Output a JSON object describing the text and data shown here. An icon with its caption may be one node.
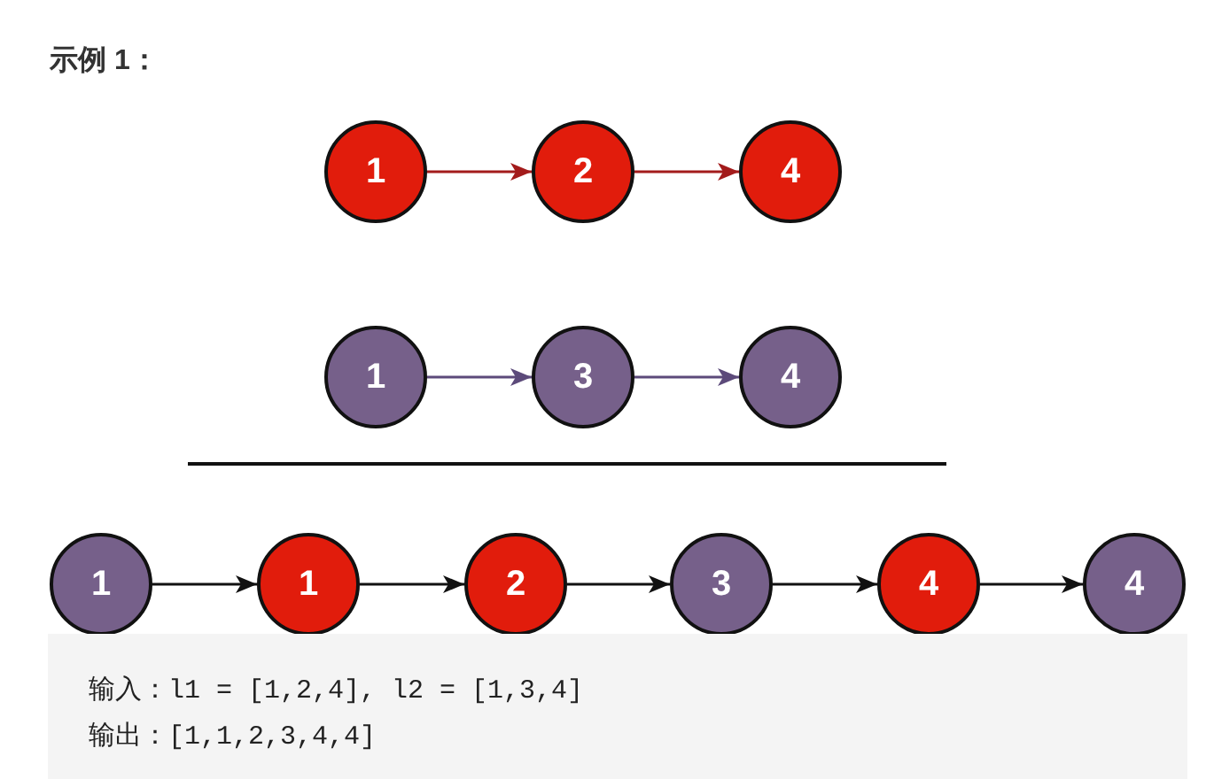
{
  "diagram": {
    "title": "示例 1：",
    "nodes": [
      {
        "text": [
          "1"
        ]
      },
      {
        "text": [
          "2"
        ]
      },
      {
        "text": [
          "4"
        ]
      },
      {
        "text": [
          "1"
        ]
      },
      {
        "text": [
          "3"
        ]
      },
      {
        "text": [
          "4"
        ]
      },
      {
        "text": [
          "1"
        ]
      },
      {
        "text": [
          "1"
        ]
      },
      {
        "text": [
          "2"
        ]
      },
      {
        "text": [
          "3"
        ]
      },
      {
        "text": [
          "4"
        ]
      },
      {
        "text": [
          "4"
        ]
      },
      {
        "text": [
          "输入：l1 = [1,2,4], l2 = [1,3,4]",
          "输出：[1,1,2,3,4,4]"
        ]
      }
    ],
    "edges": [
      {
        "from": 0,
        "to": 1,
        "arrow": "to",
        "color": "#a31b1b"
      },
      {
        "from": 1,
        "to": 2,
        "arrow": "to",
        "color": "#a31b1b"
      },
      {
        "from": 3,
        "to": 4,
        "arrow": "to",
        "color": "#5c4a7a"
      },
      {
        "from": 4,
        "to": 5,
        "arrow": "to",
        "color": "#5c4a7a"
      },
      {
        "from": 6,
        "to": 7,
        "arrow": "to"
      },
      {
        "from": 7,
        "to": 8,
        "arrow": "to"
      },
      {
        "from": 8,
        "to": 9,
        "arrow": "to"
      },
      {
        "from": 9,
        "to": 10,
        "arrow": "to"
      },
      {
        "from": 10,
        "to": 11,
        "arrow": "to"
      }
    ]
  }
}
